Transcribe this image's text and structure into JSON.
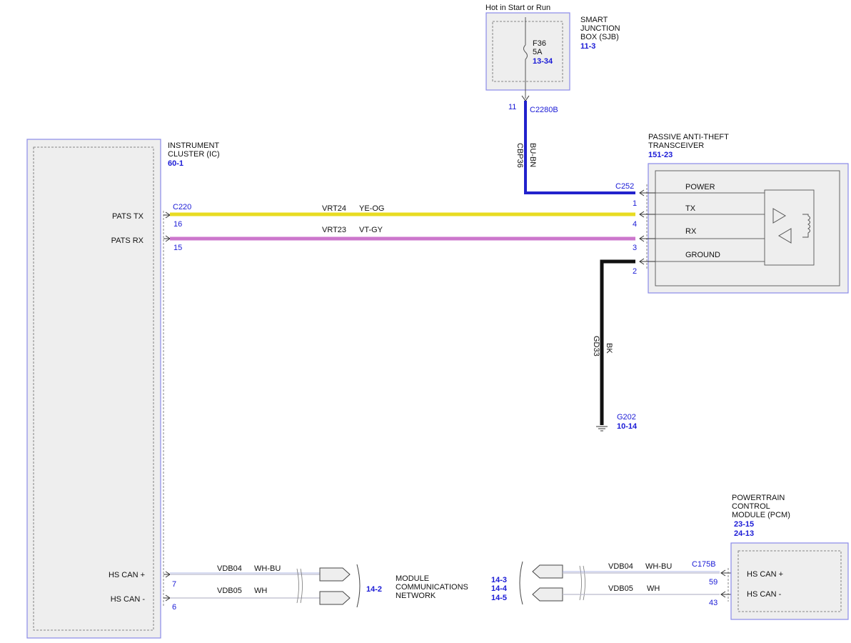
{
  "colors": {
    "module_border": "#8a8ae8",
    "module_fill": "#eeeeee",
    "ref_text": "#1a1ad6",
    "wire_bu_bn": "#2222cc",
    "wire_ye_og": "#e8dc22",
    "wire_vt_gy": "#cc77cc",
    "wire_bk": "#111111",
    "wire_wh": "#bbbbcc"
  },
  "sjb": {
    "supply_label": "Hot in Start or Run",
    "name": [
      "SMART",
      "JUNCTION",
      "BOX (SJB)"
    ],
    "ref": "11-3",
    "fuse_id": "F36",
    "fuse_rating": "5A",
    "fuse_ref": "13-34",
    "pin": "11",
    "connector": "C2280B"
  },
  "wire_cbp36": {
    "circuit": "CBP36",
    "color": "BU-BN"
  },
  "wire_gd33": {
    "circuit": "GD33",
    "color": "BK"
  },
  "ground": {
    "id": "G202",
    "ref": "10-14"
  },
  "ic": {
    "name": [
      "INSTRUMENT",
      "CLUSTER (IC)"
    ],
    "ref": "60-1",
    "connector": "C220",
    "pats_tx": {
      "label": "PATS TX",
      "pin": "16"
    },
    "pats_rx": {
      "label": "PATS RX",
      "pin": "15"
    },
    "can_plus": {
      "label": "HS CAN +",
      "pin": "7"
    },
    "can_minus": {
      "label": "HS CAN -",
      "pin": "6"
    }
  },
  "wire_vrt24": {
    "circuit": "VRT24",
    "color": "YE-OG"
  },
  "wire_vrt23": {
    "circuit": "VRT23",
    "color": "VT-GY"
  },
  "pats": {
    "name": [
      "PASSIVE ANTI-THEFT",
      "TRANSCEIVER"
    ],
    "ref": "151-23",
    "connector": "C252",
    "power": {
      "label": "POWER",
      "pin": "1"
    },
    "tx": {
      "label": "TX",
      "pin": "4"
    },
    "rx": {
      "label": "RX",
      "pin": "3"
    },
    "ground": {
      "label": "GROUND",
      "pin": "2"
    }
  },
  "network": {
    "name": [
      "MODULE",
      "COMMUNICATIONS",
      "NETWORK"
    ],
    "left_ref": "14-2",
    "right_refs": [
      "14-3",
      "14-4",
      "14-5"
    ]
  },
  "ic_can_plus_wire": {
    "circuit": "VDB04",
    "color": "WH-BU"
  },
  "ic_can_minus_wire": {
    "circuit": "VDB05",
    "color": "WH"
  },
  "pcm_can_plus_wire": {
    "circuit": "VDB04",
    "color": "WH-BU"
  },
  "pcm_can_minus_wire": {
    "circuit": "VDB05",
    "color": "WH"
  },
  "pcm": {
    "name": [
      "POWERTRAIN",
      "CONTROL",
      "MODULE (PCM)"
    ],
    "refs": [
      "23-15",
      "24-13"
    ],
    "connector": "C175B",
    "can_plus": {
      "label": "HS CAN +",
      "pin": "59"
    },
    "can_minus": {
      "label": "HS CAN -",
      "pin": "43"
    }
  }
}
